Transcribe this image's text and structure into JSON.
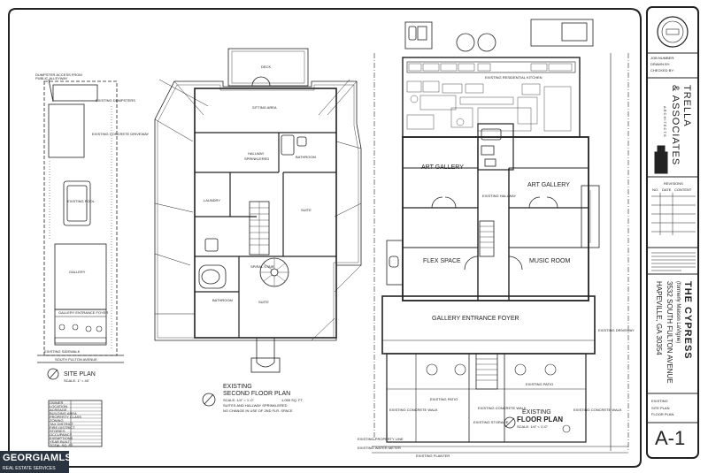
{
  "sheet": {
    "project_name": "THE CYPRESS",
    "project_alt_name": "(formerly Maison LaVigne)",
    "address_line1": "3532 SOUTH FULTON AVENUE",
    "address_line2": "HAPEVILLE, GA 30354",
    "architect_line1": "TRELLA",
    "architect_line2": "& ASSOCIATES",
    "architect_line3": "ARCHITECTS",
    "job_fields": [
      "JOB NUMBER:",
      "DRAWN BY:",
      "CHECKED BY:"
    ],
    "revisions_header": "REVISIONS",
    "revisions_cols": [
      "NO.",
      "DATE",
      "CONTENT"
    ],
    "existing_label": "EXISTING",
    "sheet_titles": [
      "SITE PLAN",
      "FLOOR PLAN"
    ],
    "sheet_number": "A-1"
  },
  "site_plan": {
    "title": "SITE PLAN",
    "scale": "SCALE: 1\" = 40'",
    "dumpster_note": "DUMPSTER ACCESS FROM PUBLIC ALLEYWAY",
    "street": "SOUTH FULTON AVENUE",
    "labels": [
      "EXISTING DUMPSTERS",
      "EXISTING CONCRETE DRIVEWAY",
      "EXISTING POOL",
      "GALLERY",
      "GALLERY ENTRANCE FOYER",
      "EXISTING SIDEWALK"
    ],
    "table_rows": [
      "OWNER",
      "LOCATION",
      "ACREAGE",
      "BUILDING AREA",
      "PROPERTY CLASS",
      "ZONING",
      "TAX DISTRICT",
      "FIRE DISTRICT",
      "STORIES",
      "OCCUPANCY",
      "EXEMPTIONS",
      "YEAR BUILT",
      "TOTAL SQ. FT."
    ]
  },
  "second_floor": {
    "title_line1": "EXISTING",
    "title_line2": "SECOND FLOOR PLAN",
    "scale": "SCALE: 1/4\" = 1'-0\"",
    "area": "1,055 SQ. FT.",
    "note1": "SUITES AND HALLWAY SPRINKLERED",
    "note2": "NO CHANGE IN USE OF 2ND FLR. SPACE",
    "rooms": [
      "DECK",
      "SITTING AREA",
      "HALLWAY",
      "SPRINKLERED",
      "BATHROOM",
      "LAUNDRY",
      "SUITE",
      "BATHROOM",
      "SUITE",
      "SPIRAL STAIR"
    ]
  },
  "first_floor": {
    "title_line1": "EXISTING",
    "title_line2": "FLOOR PLAN",
    "scale": "SCALE: 1/4\" = 1'-0\"",
    "rooms": [
      "EXISTING RESIDENTIAL KITCHEN",
      "ART GALLERY",
      "ART GALLERY",
      "EXISTING HALLWAY",
      "FLEX SPACE",
      "MUSIC ROOM",
      "GALLERY ENTRANCE FOYER",
      "EXISTING PATIO",
      "EXISTING PATIO",
      "EXISTING DRIVEWAY",
      "EXISTING PROPERTY LINE",
      "EXISTING WATER METER",
      "EXISTING PLANTER",
      "EXISTING CONCRETE WALK",
      "EXISTING CONCRETE WALK",
      "EXISTING CONCRETE WALK",
      "EXISTING STORAGE"
    ]
  },
  "watermark": {
    "brand": "GEORGIAMLS",
    "tagline": "REAL ESTATE SERVICES"
  }
}
